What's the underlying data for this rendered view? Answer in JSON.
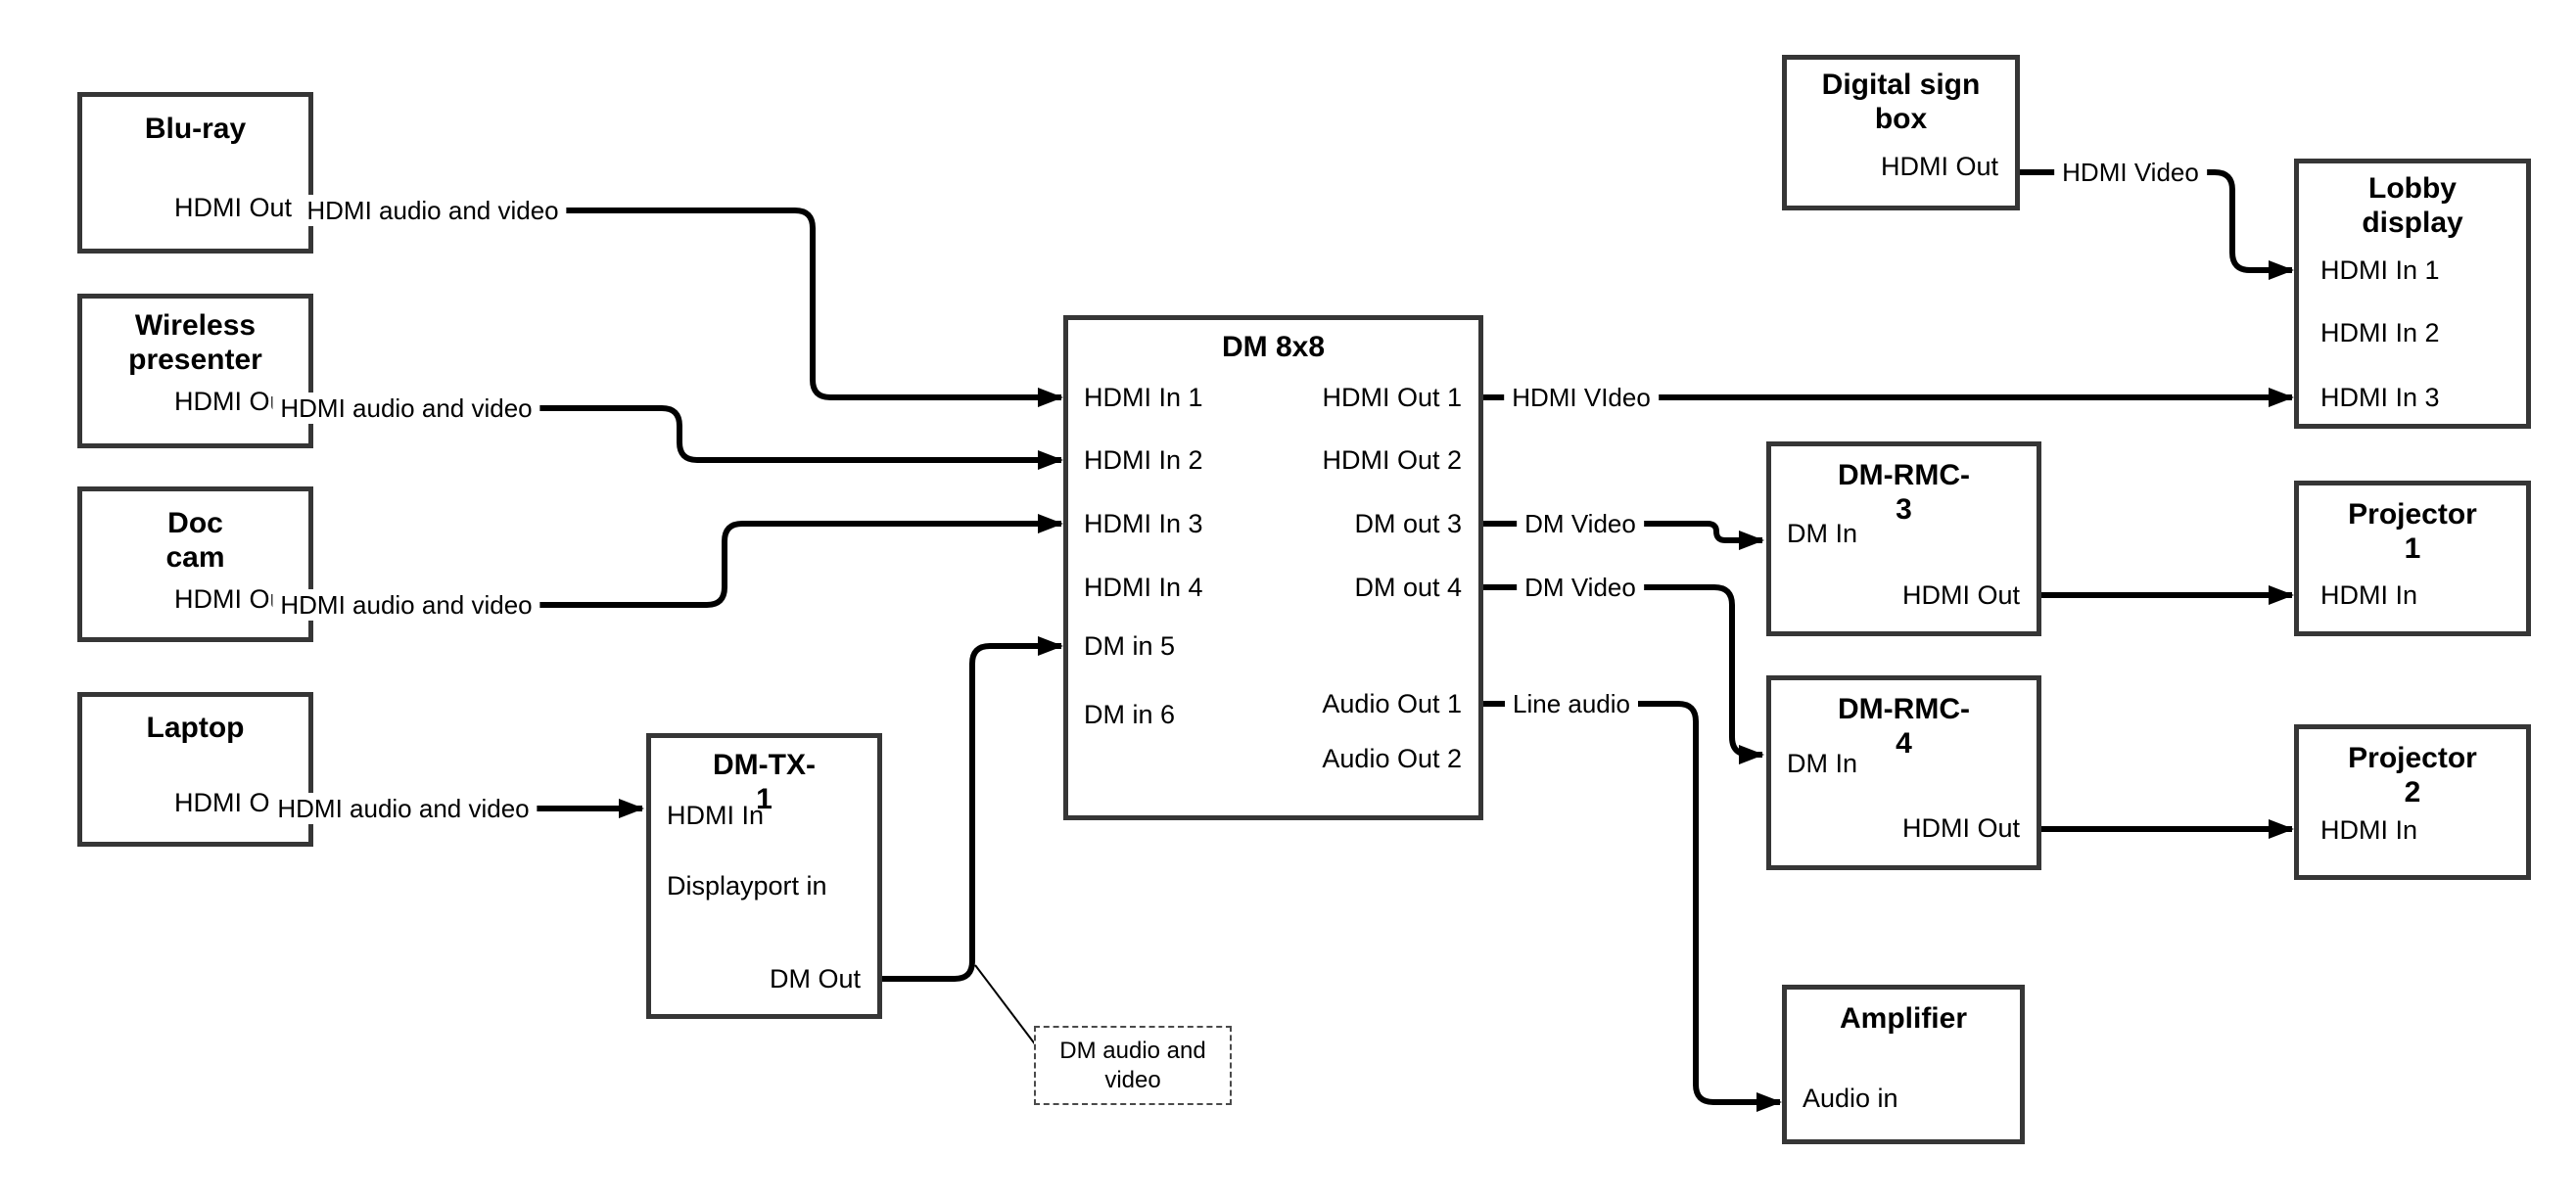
{
  "diagram": {
    "boxes": {
      "bluray": {
        "title": "Blu-ray",
        "ports": {
          "hdmi_out": "HDMI Out"
        }
      },
      "wireless": {
        "title": "Wireless presenter",
        "ports": {
          "hdmi_out": "HDMI Out"
        }
      },
      "doccam": {
        "title": "Doc cam",
        "ports": {
          "hdmi_out": "HDMI Out"
        }
      },
      "laptop": {
        "title": "Laptop",
        "ports": {
          "hdmi_out": "HDMI Out"
        }
      },
      "dmtx1": {
        "title": "DM-TX-1",
        "ports": {
          "hdmi_in": "HDMI In",
          "displayport_in": "Displayport in",
          "dm_out": "DM Out"
        }
      },
      "dm8x8": {
        "title": "DM 8x8",
        "ports": {
          "hdmi_in_1": "HDMI In 1",
          "hdmi_in_2": "HDMI In 2",
          "hdmi_in_3": "HDMI In 3",
          "hdmi_in_4": "HDMI In 4",
          "dm_in_5": "DM in 5",
          "dm_in_6": "DM in 6",
          "hdmi_out_1": "HDMI Out 1",
          "hdmi_out_2": "HDMI Out 2",
          "dm_out_3": "DM out 3",
          "dm_out_4": "DM out 4",
          "audio_out_1": "Audio Out 1",
          "audio_out_2": "Audio Out 2"
        }
      },
      "digital_sign": {
        "title": "Digital sign box",
        "ports": {
          "hdmi_out": "HDMI Out"
        }
      },
      "lobby": {
        "title": "Lobby display",
        "ports": {
          "hdmi_in_1": "HDMI In 1",
          "hdmi_in_2": "HDMI In 2",
          "hdmi_in_3": "HDMI In 3"
        }
      },
      "dmrmc3": {
        "title": "DM-RMC-3",
        "ports": {
          "dm_in": "DM In",
          "hdmi_out": "HDMI Out"
        }
      },
      "projector1": {
        "title": "Projector 1",
        "ports": {
          "hdmi_in": "HDMI In"
        }
      },
      "dmrmc4": {
        "title": "DM-RMC-4",
        "ports": {
          "dm_in": "DM In",
          "hdmi_out": "HDMI Out"
        }
      },
      "projector2": {
        "title": "Projector 2",
        "ports": {
          "hdmi_in": "HDMI In"
        }
      },
      "amplifier": {
        "title": "Amplifier",
        "ports": {
          "audio_in": "Audio in"
        }
      }
    },
    "link_labels": {
      "bluray_link": "HDMI audio and video",
      "wireless_link": "HDMI audio and video",
      "doccam_link": "HDMI audio and video",
      "laptop_link": "HDMI audio and video",
      "hdmi_out1_link": "HDMI VIdeo",
      "dm_out3_link": "DM Video",
      "dm_out4_link": "DM Video",
      "audio_out1_link": "Line audio",
      "digital_sign_link": "HDMI Video",
      "callout": "DM audio and video"
    },
    "colors": {
      "line": "#000000",
      "box_border": "#363636",
      "background": "#ffffff"
    }
  }
}
